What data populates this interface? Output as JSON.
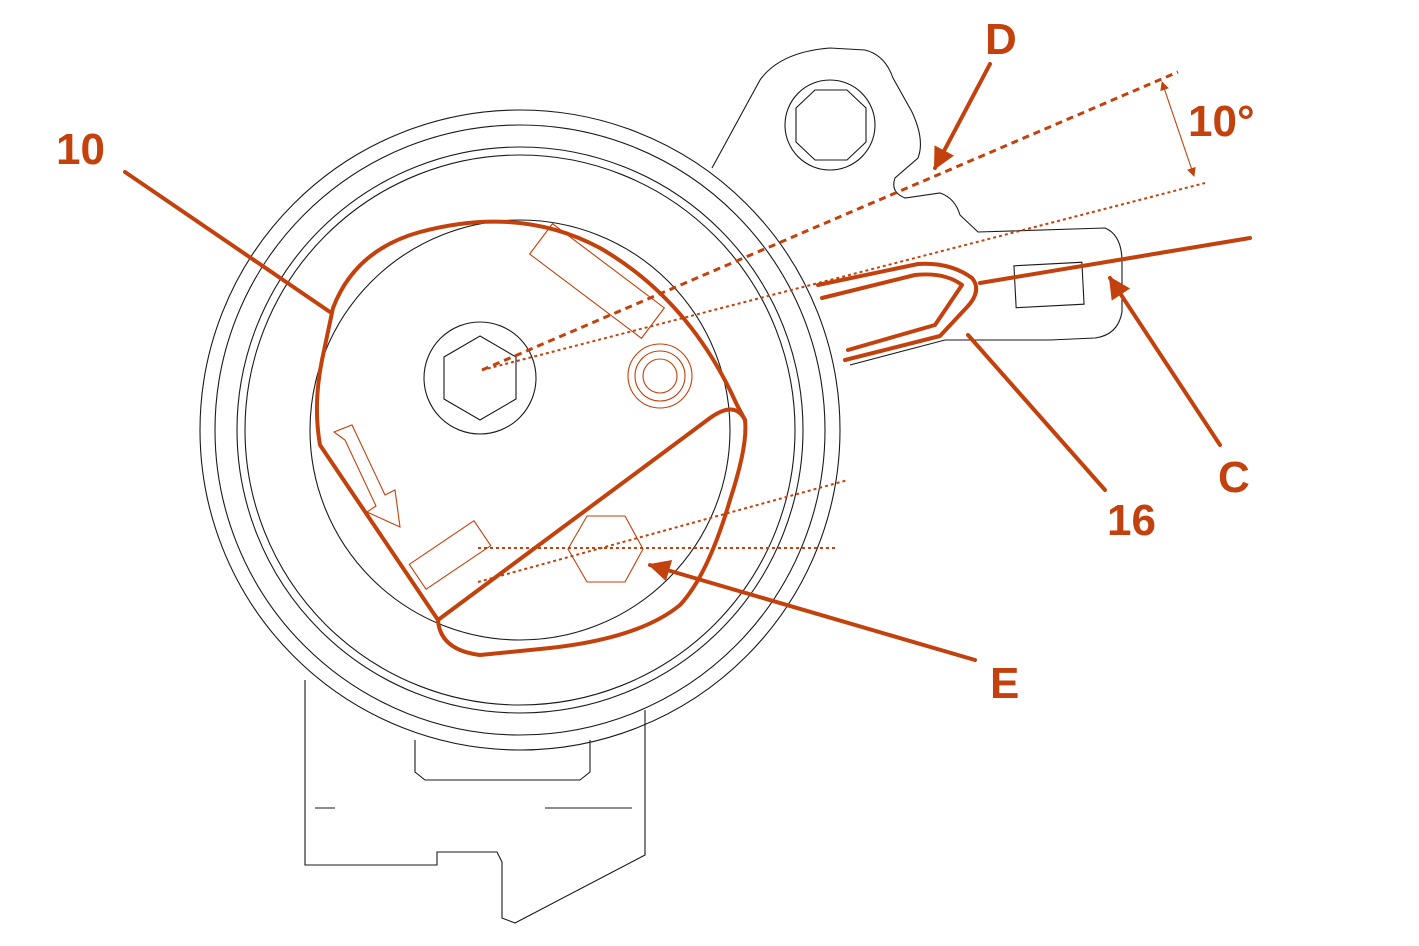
{
  "figure": {
    "accent_color": "#c2410c",
    "line_color": "#1a1a1a",
    "angle": {
      "value_label": "10°"
    },
    "callouts": [
      {
        "id": "10",
        "text": "10"
      },
      {
        "id": "D",
        "text": "D"
      },
      {
        "id": "C",
        "text": "C"
      },
      {
        "id": "16",
        "text": "16"
      },
      {
        "id": "E",
        "text": "E"
      }
    ]
  }
}
